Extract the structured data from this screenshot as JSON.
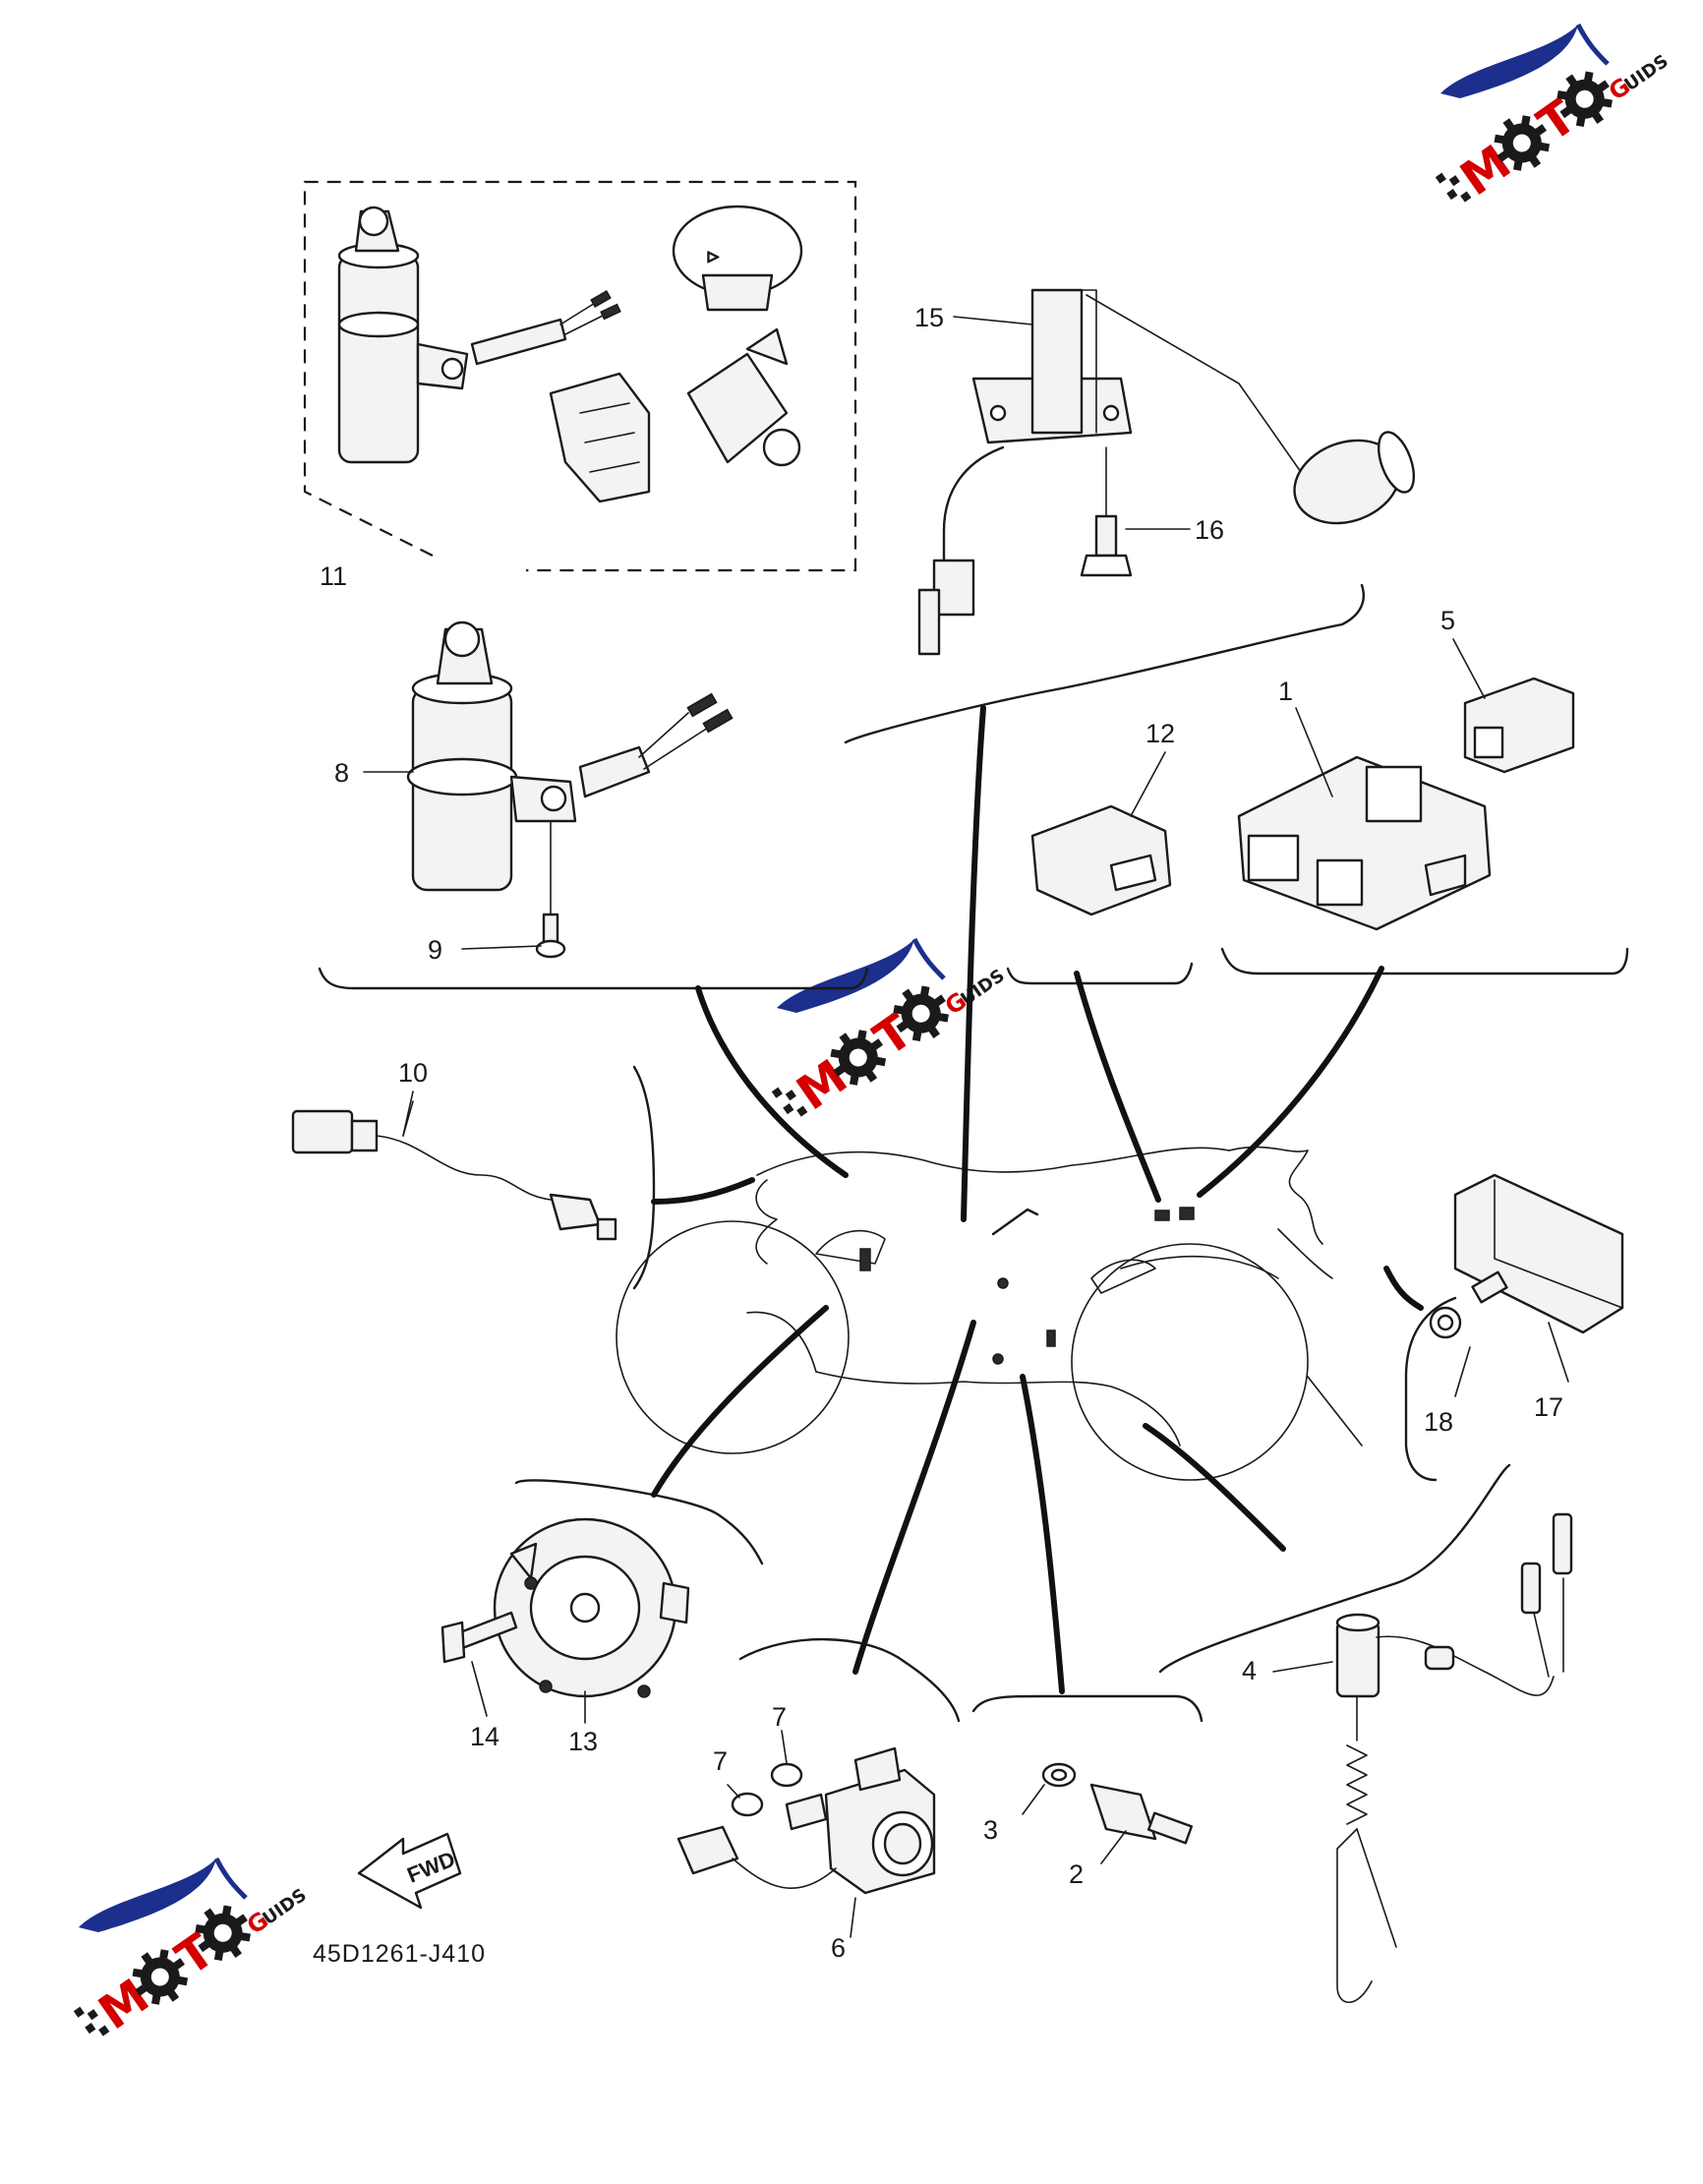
{
  "callouts": {
    "c1": "1",
    "c2": "2",
    "c3": "3",
    "c4": "4",
    "c5": "5",
    "c6": "6",
    "c7a": "7",
    "c7b": "7",
    "c8": "8",
    "c9": "9",
    "c10": "10",
    "c11": "11",
    "c12": "12",
    "c13": "13",
    "c14": "14",
    "c15": "15",
    "c16": "16",
    "c17": "17",
    "c18": "18"
  },
  "diagram_code": "45D1261-J410",
  "fwd_label": "FWD",
  "watermark": {
    "brand_text": "MOTO GUIDS",
    "colors": {
      "swoosh": "#1c2f8c",
      "accent": "#d40000",
      "gear": "#1a1a1a"
    }
  },
  "colors": {
    "line": "#1a1a1a",
    "background": "#ffffff"
  }
}
